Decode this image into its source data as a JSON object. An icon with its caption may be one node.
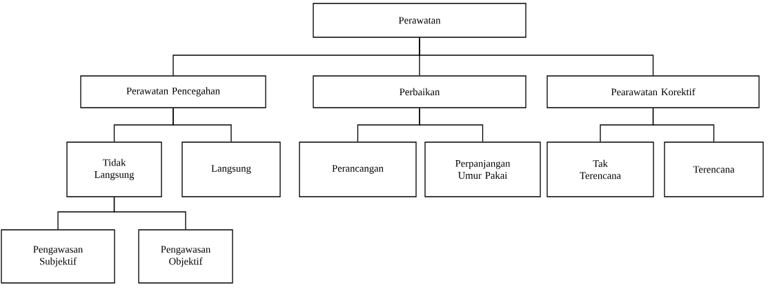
{
  "diagram": {
    "nodes": [
      {
        "text": [
          "Perawatan"
        ]
      },
      {
        "text": [
          "Perawatan Pencegahan"
        ]
      },
      {
        "text": [
          "Perbaikan"
        ]
      },
      {
        "text": [
          "Pearawatan Korektif"
        ]
      },
      {
        "text": [
          "Tidak Langsung"
        ]
      },
      {
        "text": [
          "Langsung"
        ]
      },
      {
        "text": [
          "Perancangan"
        ]
      },
      {
        "text": [
          "Perpanjangan Umur Pakai"
        ]
      },
      {
        "text": [
          "Tak Terencana"
        ]
      },
      {
        "text": [
          "Terencana"
        ]
      },
      {
        "text": [
          "Pengawasan Subjektif"
        ]
      },
      {
        "text": [
          "Pengawasan Objektif"
        ]
      }
    ],
    "edges": [
      {
        "from": 0,
        "to": 1,
        "arrow": "none"
      },
      {
        "from": 0,
        "to": 2,
        "arrow": "none"
      },
      {
        "from": 0,
        "to": 3,
        "arrow": "none"
      },
      {
        "from": 1,
        "to": 4,
        "arrow": "none"
      },
      {
        "from": 1,
        "to": 5,
        "arrow": "none"
      },
      {
        "from": 2,
        "to": 6,
        "arrow": "none"
      },
      {
        "from": 2,
        "to": 7,
        "arrow": "none"
      },
      {
        "from": 3,
        "to": 8,
        "arrow": "none"
      },
      {
        "from": 3,
        "to": 9,
        "arrow": "none"
      },
      {
        "from": 4,
        "to": 10,
        "arrow": "none"
      },
      {
        "from": 4,
        "to": 11,
        "arrow": "none"
      }
    ]
  }
}
